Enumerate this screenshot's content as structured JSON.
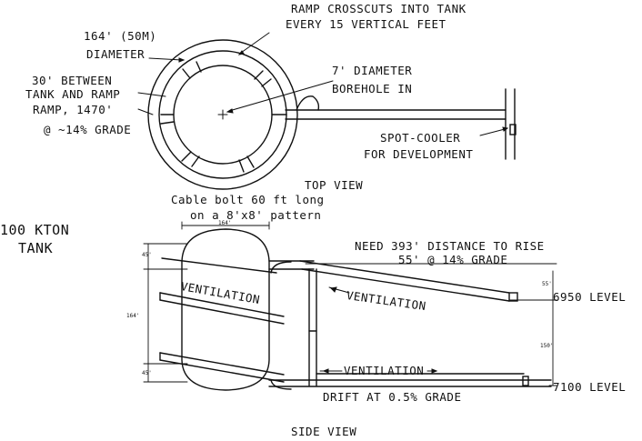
{
  "top_view": {
    "title": "TOP VIEW",
    "crosscuts_note_line1": "RAMP CROSSCUTS INTO TANK",
    "crosscuts_note_line2": "EVERY 15 VERTICAL FEET",
    "diameter_line1": "164' (50M)",
    "diameter_line2": "DIAMETER",
    "gap_line1": "30' BETWEEN",
    "gap_line2": "TANK AND RAMP",
    "ramp_line1": "RAMP, 1470'",
    "ramp_line2": "@ ~14% GRADE",
    "borehole_line1": "7' DIAMETER",
    "borehole_line2": "BOREHOLE IN",
    "cooler_line1": "SPOT-COOLER",
    "cooler_line2": "FOR DEVELOPMENT"
  },
  "side_view": {
    "title": "SIDE VIEW",
    "tank_line1": "100 KTON",
    "tank_line2": "TANK",
    "bolt_line1": "Cable bolt 60 ft long",
    "bolt_line2": "on a 8'x8' pattern",
    "rise_line1": "NEED 393' DISTANCE TO RISE",
    "rise_line2": "55' @ 14% GRADE",
    "ventilation_tank": "VENTILATION",
    "ventilation_ramp": "VENTILATION",
    "ventilation_drift": "VENTILATION",
    "drift_note": "DRIFT AT 0.5% GRADE",
    "level_upper": "6950 LEVEL",
    "level_lower": "7100 LEVEL",
    "dim_width": "164'",
    "dim_top": "45'",
    "dim_height": "164'",
    "dim_bottom": "45'",
    "dim_upper_gap": "55'",
    "dim_levels": "150'"
  }
}
